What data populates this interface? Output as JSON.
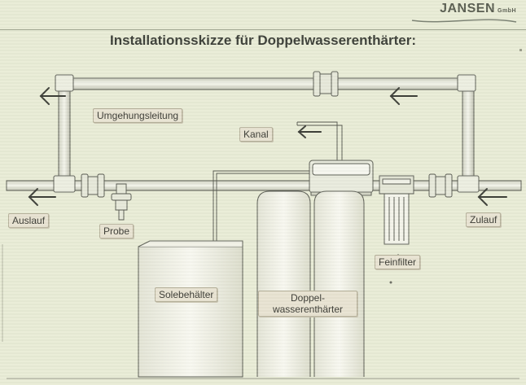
{
  "brand": {
    "name": "JANSEN",
    "suffix": "GmbH"
  },
  "title": "Installationsskizze für Doppelwasserenthärter:",
  "labels": {
    "umgehungsleitung": "Umgehungsleitung",
    "kanal": "Kanal",
    "auslauf": "Auslauf",
    "probe": "Probe",
    "zulauf": "Zulauf",
    "feinfilter": "Feinfilter",
    "solebehaelter": "Solebehälter",
    "doppel_line1": "Doppel-",
    "doppel_line2": "wasserenthärter"
  },
  "colors": {
    "background": "#e9ecd6",
    "line": "#5c5e55",
    "tank_fill": "#f4f4ea",
    "label_bg": "#e8e3d2"
  }
}
